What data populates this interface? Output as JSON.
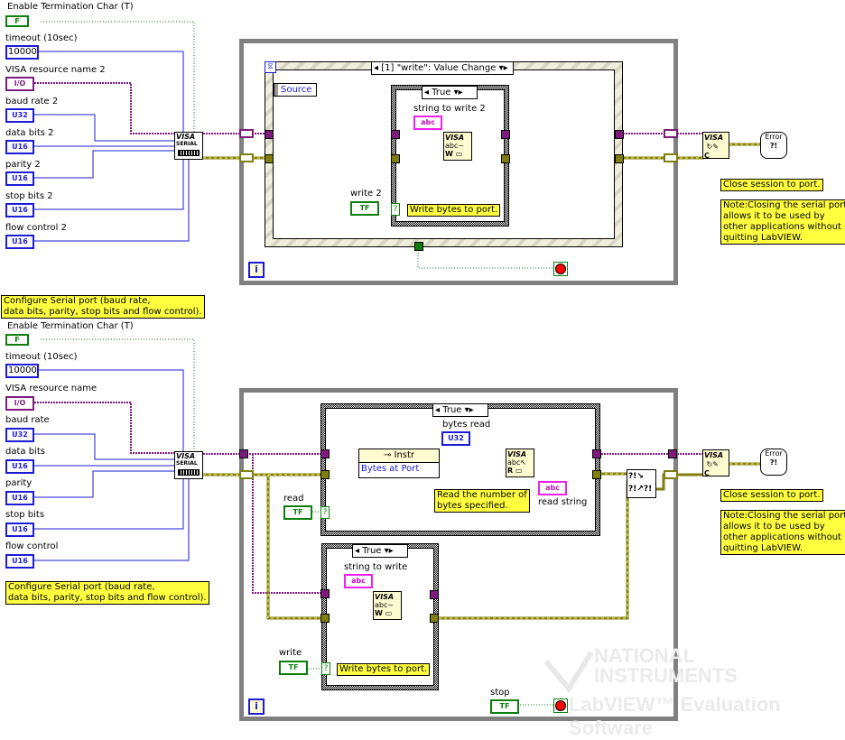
{
  "top": {
    "controls": {
      "enable_term": {
        "label": "Enable Termination Char (T)",
        "value": "F"
      },
      "timeout": {
        "label": "timeout (10sec)",
        "value": "10000"
      },
      "resource": {
        "label": "VISA resource name 2",
        "type": "I/O"
      },
      "baud": {
        "label": "baud rate 2",
        "type": "U32"
      },
      "databits": {
        "label": "data bits 2",
        "type": "U16"
      },
      "parity": {
        "label": "parity 2",
        "type": "U16"
      },
      "stopbits": {
        "label": "stop bits 2",
        "type": "U16"
      },
      "flow": {
        "label": "flow control 2",
        "type": "U16"
      }
    },
    "config_node": {
      "line1": "VISA",
      "line2": "SERIAL"
    },
    "event_selector": "[1] \"write\": Value Change",
    "event_source": "Source",
    "case_selector": "True",
    "string_to_write_label": "string to write 2",
    "string_type": "abc",
    "write_bool_label": "write 2",
    "write_bool_type": "TF",
    "write_note": "Write bytes to port.",
    "iteration": "i",
    "close_note": "Close session to port.",
    "close_note2": "Note:Closing the serial port\nallows it to be used by\nother applications without\nquitting LabVIEW.",
    "config_note": "Configure Serial port (baud rate,\ndata bits, parity, stop bits and flow control).",
    "error_label": "Error"
  },
  "bottom": {
    "controls": {
      "enable_term": {
        "label": "Enable Termination Char (T)",
        "value": "F"
      },
      "timeout": {
        "label": "timeout (10sec)",
        "value": "10000"
      },
      "resource": {
        "label": "VISA resource name",
        "type": "I/O"
      },
      "baud": {
        "label": "baud rate",
        "type": "U32"
      },
      "databits": {
        "label": "data bits",
        "type": "U16"
      },
      "parity": {
        "label": "parity",
        "type": "U16"
      },
      "stopbits": {
        "label": "stop bits",
        "type": "U16"
      },
      "flow": {
        "label": "flow control",
        "type": "U16"
      }
    },
    "config_node": {
      "line1": "VISA",
      "line2": "SERIAL"
    },
    "read_case_selector": "True",
    "bytes_read_label": "bytes read",
    "bytes_read_type": "U32",
    "property_node": {
      "class": "Instr",
      "property": "Bytes at Port"
    },
    "read_note": "Read the number of\nbytes specified.",
    "read_string_label": "read string",
    "read_string_type": "abc",
    "read_bool_label": "read",
    "write_case_selector": "True",
    "string_to_write_label": "string to write",
    "string_type": "abc",
    "write_bool_label": "write",
    "bool_type": "TF",
    "write_note": "Write bytes to port.",
    "stop_label": "stop",
    "iteration": "i",
    "config_note": "Configure Serial port (baud rate,\ndata bits, parity, stop bits and flow control).",
    "close_note": "Close session to port.",
    "close_note2": "Note:Closing the serial port\nallows it to be used by\nother applications without\nquitting LabVIEW.",
    "error_label": "Error"
  },
  "watermark": {
    "line1": "NATIONAL",
    "line2": "INSTRUMENTS",
    "line3": "LabVIEW™ Evaluation Software"
  },
  "colors": {
    "refnum_wire": "#7e1c7e",
    "error_wire": "#807e0e",
    "numeric_wire": "#1c1cd6",
    "boolean_wire": "#0b7f0b",
    "string_wire": "#f020f0",
    "note_bg": "#ffff40",
    "loop_border": "#808080"
  }
}
